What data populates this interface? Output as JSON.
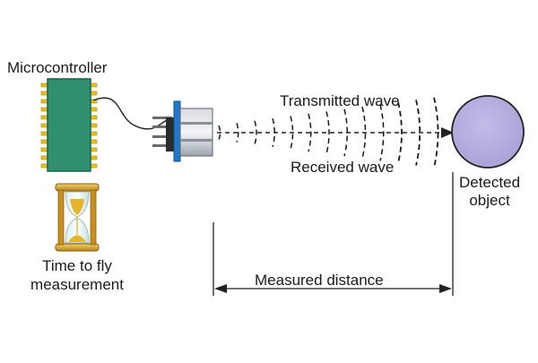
{
  "labels": {
    "microcontroller": "Microcontroller",
    "transmitted": "Transmitted wave",
    "received": "Received wave",
    "object_line1": "Detected",
    "object_line2": "object",
    "time_line1": "Time to fly",
    "time_line2": "measurement",
    "distance": "Measured distance"
  },
  "icons": {
    "microcontroller": "microcontroller-chip-icon",
    "timer": "hourglass-icon",
    "sensor": "ultrasonic-sensor-icon",
    "object": "detected-object-circle"
  },
  "colors": {
    "chip": "#2f8f6f",
    "pins": "#e8c21a",
    "sensor_blue": "#1f78c8",
    "object": "#b9aee0",
    "hourglass": "#d9a521"
  }
}
